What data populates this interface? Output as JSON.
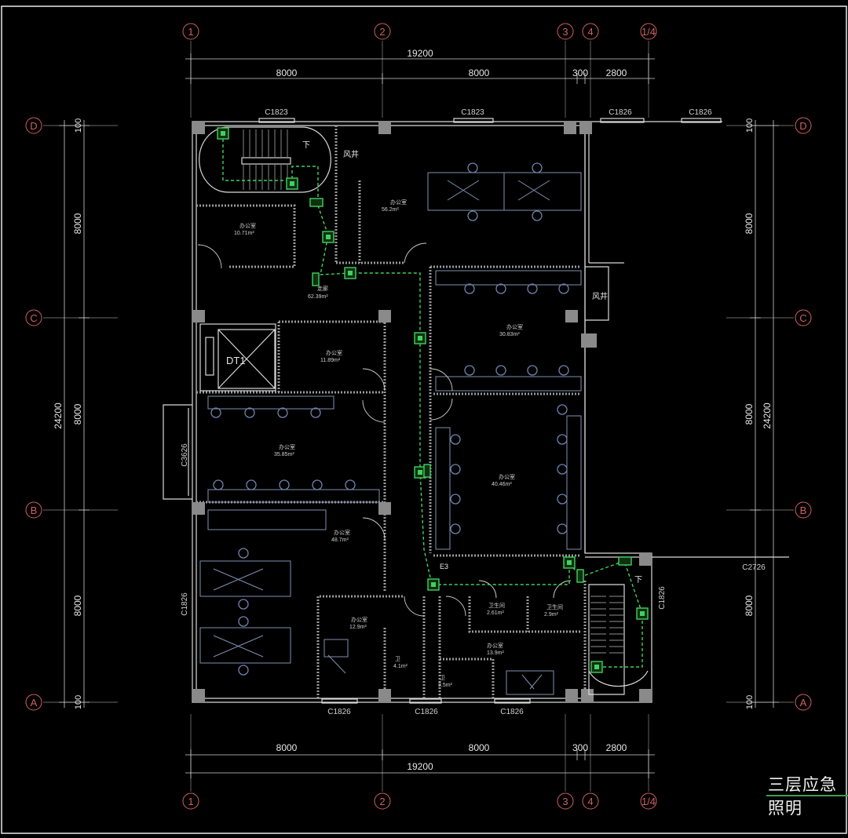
{
  "drawing": {
    "title": "三层应急照明",
    "axes_x": [
      "1",
      "2",
      "3",
      "4",
      "1/4"
    ],
    "axes_y": [
      "D",
      "C",
      "B",
      "A"
    ],
    "dims_x_total": "19200",
    "dims_x_parts": [
      "8000",
      "8000",
      "300",
      "2800"
    ],
    "dims_y_total": "24200",
    "dims_y_parts": [
      "8000",
      "8000",
      "8000"
    ],
    "dims_y_edge": "100",
    "windows": [
      "C1823",
      "C1823",
      "C1826",
      "C1826",
      "C3626",
      "C1826",
      "C1826",
      "C1826",
      "C1826",
      "C1826",
      "C2726"
    ],
    "rooms": [
      {
        "name": "办公室",
        "area": "56.2m²"
      },
      {
        "name": "办公室",
        "area": "10.71m²"
      },
      {
        "name": "走廊",
        "area": "62.39m²"
      },
      {
        "name": "办公室",
        "area": "11.89m²"
      },
      {
        "name": "办公室",
        "area": "30.83m²"
      },
      {
        "name": "办公室",
        "area": "35.85m²"
      },
      {
        "name": "办公室",
        "area": "40.46m²"
      },
      {
        "name": "办公室",
        "area": "48.7m²"
      },
      {
        "name": "办公室",
        "area": "12.9m²"
      },
      {
        "name": "卫生间",
        "area": "2.61m²"
      },
      {
        "name": "卫生间",
        "area": "2.9m²"
      },
      {
        "name": "办公室",
        "area": "13.9m²"
      },
      {
        "name": "卫",
        "area": "4.1m²"
      },
      {
        "name": "卫",
        "area": "3.5m²"
      }
    ],
    "labels": {
      "shaft1": "风井",
      "shaft2": "风井",
      "elevator": "DT1",
      "down1": "下",
      "down2": "下",
      "e3": "E3"
    }
  }
}
